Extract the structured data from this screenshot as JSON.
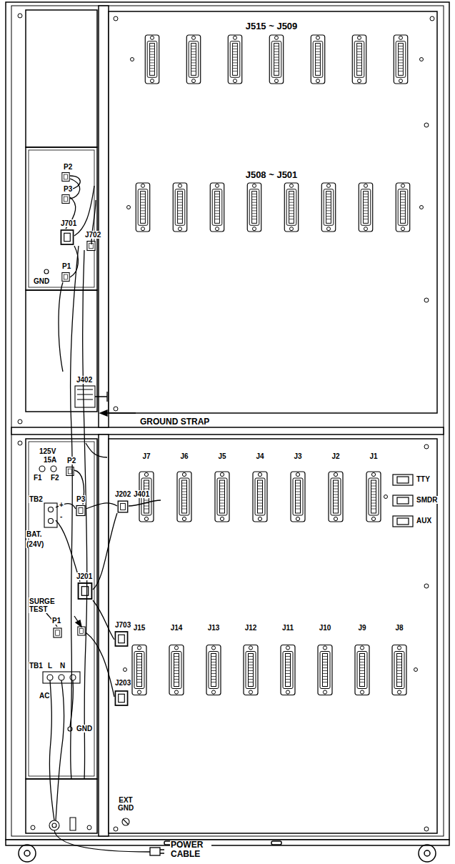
{
  "diagram": {
    "labels": [
      "J515 ~ J509",
      "P2",
      "P3",
      "J701",
      "J702",
      "P1",
      "GND",
      "J508 ~ J501",
      "J402",
      "GROUND STRAP",
      "125V",
      "15A",
      "F1",
      "F2",
      "P2",
      "TB2",
      "+",
      "-",
      "BAT.",
      "(24V)",
      "P3",
      "J202",
      "J401",
      "J7",
      "J6",
      "J5",
      "J4",
      "J3",
      "J2",
      "J1",
      "TTY",
      "SMDR",
      "AUX",
      "J201",
      "SURGE TEST",
      "P1",
      "J703",
      "TB1",
      "L",
      "N",
      "AC",
      "GND",
      "J203",
      "J15",
      "J14",
      "J13",
      "J12",
      "J11",
      "J10",
      "J9",
      "J8",
      "EXT GND",
      "POWER CABLE"
    ]
  }
}
